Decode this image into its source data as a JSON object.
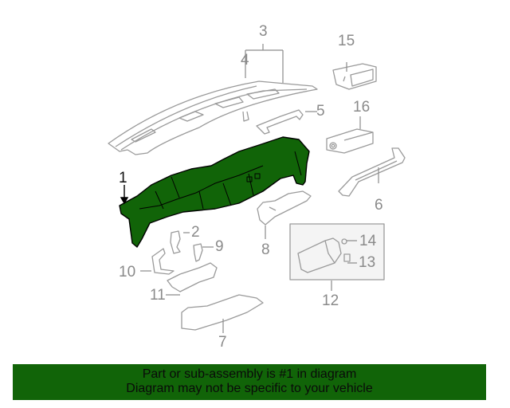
{
  "diagram": {
    "highlight_color": "#116408",
    "callouts": [
      {
        "id": "1",
        "label": "1",
        "highlighted": true
      },
      {
        "id": "2",
        "label": "2"
      },
      {
        "id": "3",
        "label": "3"
      },
      {
        "id": "4",
        "label": "4"
      },
      {
        "id": "5",
        "label": "5"
      },
      {
        "id": "6",
        "label": "6"
      },
      {
        "id": "7",
        "label": "7"
      },
      {
        "id": "8",
        "label": "8"
      },
      {
        "id": "9",
        "label": "9"
      },
      {
        "id": "10",
        "label": "10"
      },
      {
        "id": "11",
        "label": "11"
      },
      {
        "id": "12",
        "label": "12"
      },
      {
        "id": "13",
        "label": "13"
      },
      {
        "id": "14",
        "label": "14"
      },
      {
        "id": "15",
        "label": "15"
      },
      {
        "id": "16",
        "label": "16"
      }
    ]
  },
  "banner": {
    "line1": "Part or sub-assembly is #1 in diagram",
    "line2": "Diagram may not be specific to your vehicle",
    "background": "#116408"
  }
}
